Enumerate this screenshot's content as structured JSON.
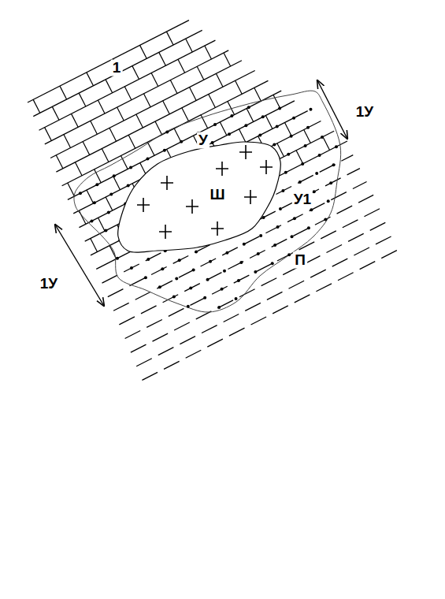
{
  "diagram": {
    "labels": [
      "1",
      "У",
      "Ш",
      "У1",
      "П",
      "1У",
      "1У"
    ]
  }
}
